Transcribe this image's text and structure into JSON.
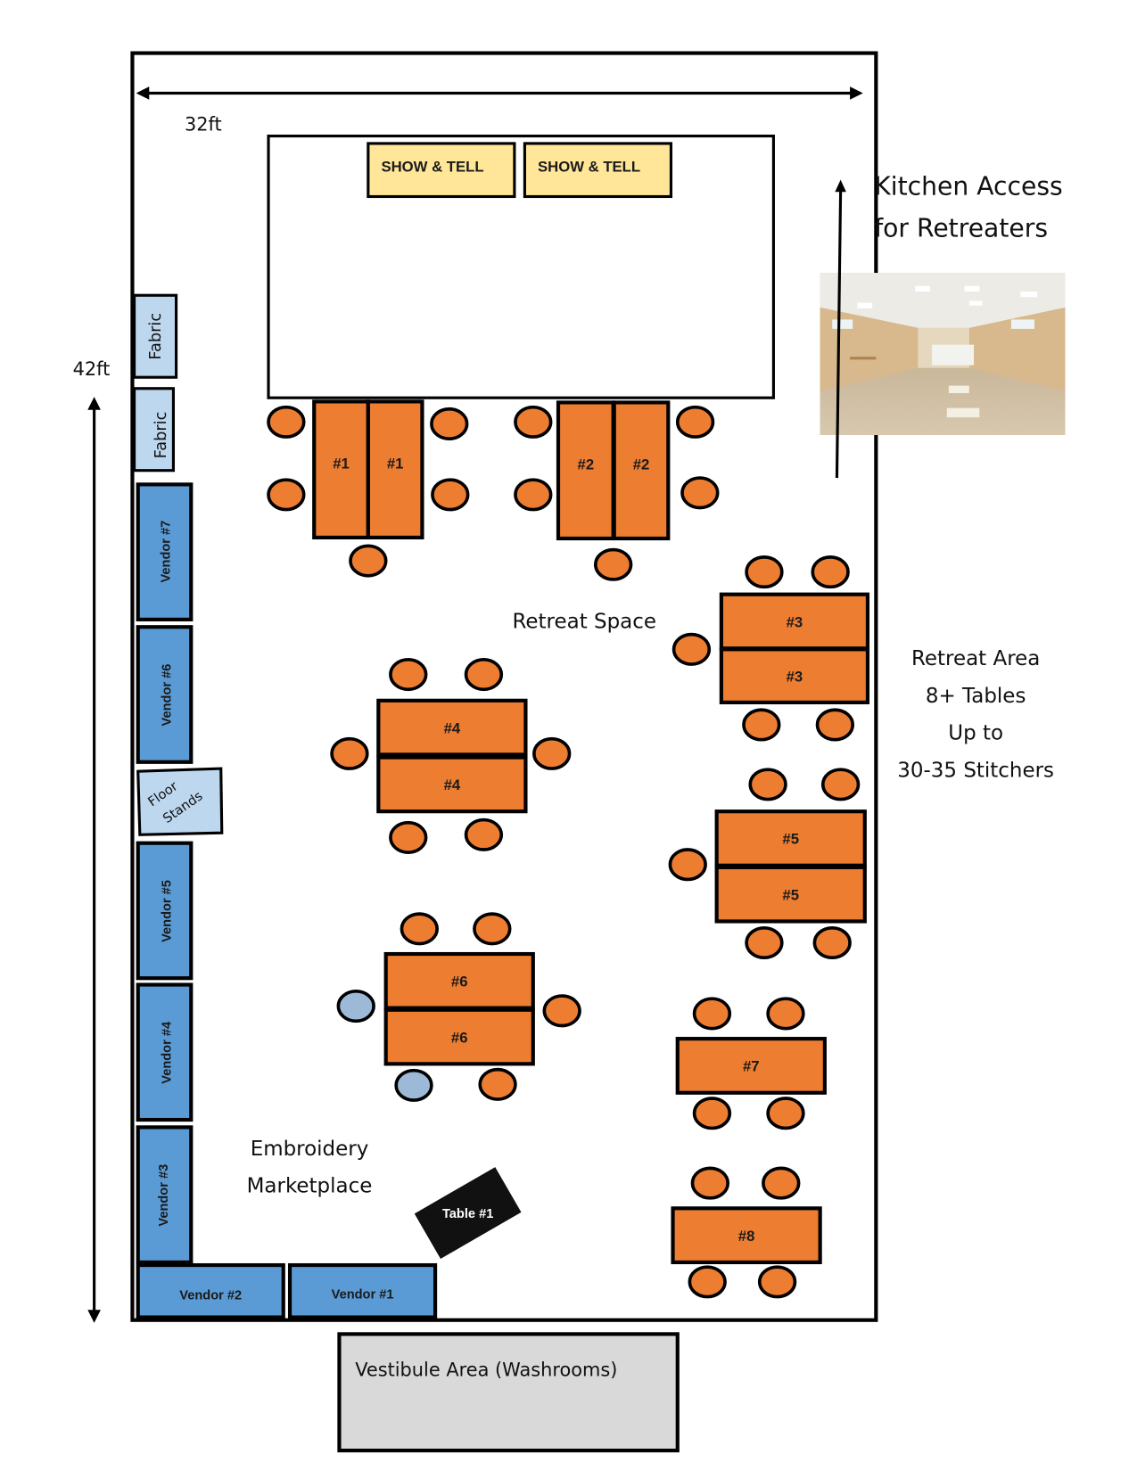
{
  "colors": {
    "table": "#ED7D31",
    "vendor": "#5B9BD5",
    "fabric": "#BDD7EE",
    "show_tell": "#FFE699",
    "vestibule": "#D9D9D9",
    "wall": "#000000"
  },
  "dimensions": {
    "width_label": "32ft",
    "height_label": "42ft"
  },
  "kitchen": {
    "line1": "Kitchen Access",
    "line2": "for Retreaters",
    "photo": "hall-photo"
  },
  "stage": {
    "show_tell_1": "SHOW & TELL",
    "show_tell_2": "SHOW & TELL"
  },
  "side_stalls": {
    "fabric_1": "Fabric",
    "fabric_2": "Fabric",
    "floor_stands_1": "Floor",
    "floor_stands_2": "Stands"
  },
  "vendors": {
    "v7": "Vendor #7",
    "v6": "Vendor #6",
    "v5": "Vendor #5",
    "v4": "Vendor #4",
    "v3": "Vendor #3",
    "v2": "Vendor #2",
    "v1": "Vendor #1"
  },
  "tables": {
    "t1a": "#1",
    "t1b": "#1",
    "t2a": "#2",
    "t2b": "#2",
    "t3a": "#3",
    "t3b": "#3",
    "t4a": "#4",
    "t4b": "#4",
    "t5a": "#5",
    "t5b": "#5",
    "t6a": "#6",
    "t6b": "#6",
    "t7": "#7",
    "t8": "#8",
    "black_table": "Table #1"
  },
  "areas": {
    "retreat_space": "Retreat Space",
    "embroidery_1": "Embroidery",
    "embroidery_2": "Marketplace",
    "retreat_area_1": "Retreat Area",
    "retreat_area_2": "8+ Tables",
    "retreat_area_3": "Up to",
    "retreat_area_4": "30-35 Stitchers",
    "vestibule": "Vestibule Area (Washrooms)"
  }
}
